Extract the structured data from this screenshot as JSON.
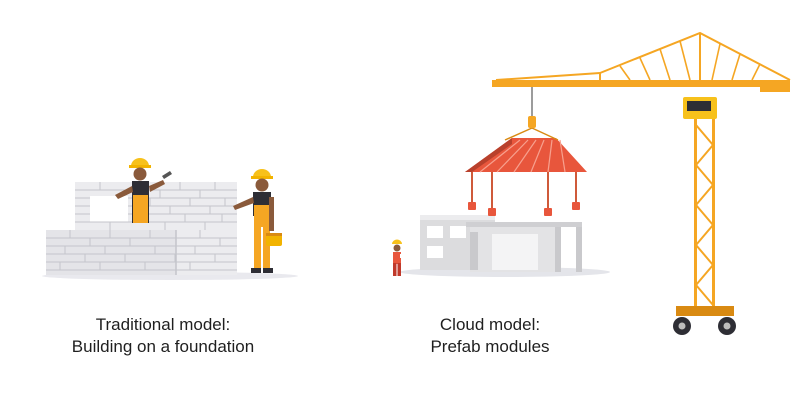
{
  "colors": {
    "brick": "#e6e6e9",
    "brick_line": "#b9bac0",
    "crane": "#f5a623",
    "crane_dark": "#d98a12",
    "roof": "#e8563c",
    "roof_dark": "#b8402c",
    "worker_vest": "#f5a623",
    "helmet": "#f7c11b",
    "ground": "#e9e9ee",
    "wall": "#dcdcde"
  },
  "icons": {
    "brick_wall": "brick-wall-icon",
    "worker": "construction-worker-icon",
    "crane": "tower-crane-icon",
    "prefab_roof": "prefab-roof-module-icon",
    "prefab_building": "prefab-building-icon"
  },
  "left_caption": {
    "line1": "Traditional model:",
    "line2": "Building on a foundation"
  },
  "right_caption": {
    "line1": "Cloud model:",
    "line2": "Prefab modules"
  }
}
